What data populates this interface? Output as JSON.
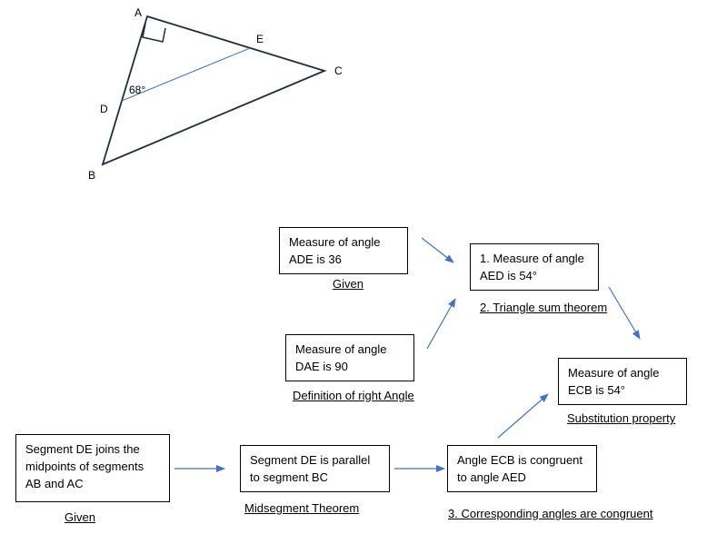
{
  "triangle": {
    "points": {
      "A": "A",
      "B": "B",
      "C": "C",
      "D": "D",
      "E": "E"
    },
    "angle_label": "68°"
  },
  "boxes": {
    "ade": {
      "text": "Measure of angle ADE is 36",
      "label": "Given"
    },
    "aed": {
      "text": "1. Measure of angle AED is 54°",
      "label": "2. Triangle sum theorem"
    },
    "dae": {
      "text": "Measure of angle DAE is 90",
      "label": "Definition of right Angle"
    },
    "ecb_measure": {
      "text": "Measure of angle ECB is 54°",
      "label": "Substitution property"
    },
    "midpoints": {
      "text": "Segment DE joins the midpoints of segments AB and AC",
      "label": "Given"
    },
    "parallel": {
      "text": "Segment DE is parallel to segment BC",
      "label": "Midsegment Theorem"
    },
    "congruent": {
      "text": "Angle ECB is congruent to angle AED",
      "label": "3. Corresponding angles are congruent"
    }
  },
  "colors": {
    "arrow": "#4472c4",
    "midsegment": "#4472c4",
    "stroke": "#1f2d3d"
  }
}
